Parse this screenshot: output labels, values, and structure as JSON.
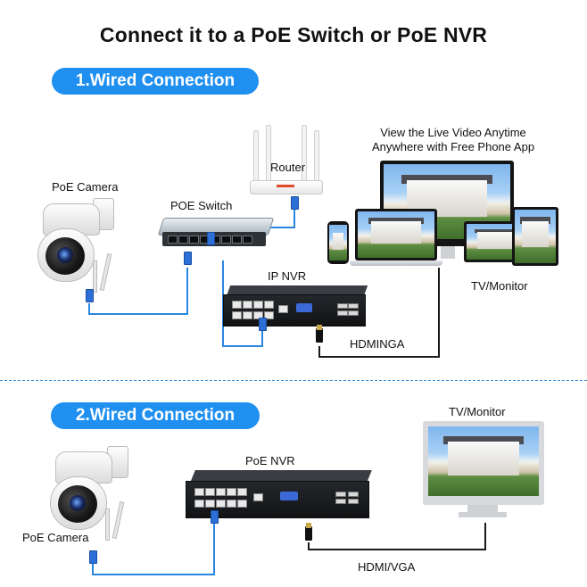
{
  "title": "Connect it to a PoE Switch or PoE NVR",
  "section1": {
    "badge": "1.Wired Connection",
    "camera_label": "PoE Camera",
    "switch_label": "POE Switch",
    "router_label": "Router",
    "nvr_label": "IP NVR",
    "app_caption_line1": "View the Live Video Anytime",
    "app_caption_line2": "Anywhere with Free Phone App",
    "monitor_label": "TV/Monitor",
    "cable_label": "HDMINGA"
  },
  "section2": {
    "badge": "2.Wired Connection",
    "camera_label": "PoE Camera",
    "nvr_label": "PoE NVR",
    "monitor_label": "TV/Monitor",
    "cable_label": "HDMI/VGA"
  },
  "colors": {
    "badge_bg": "#1f8ff0",
    "cable_blue": "#2b86e0",
    "cable_black": "#1a1a1a",
    "divider": "#3a8fd8"
  }
}
